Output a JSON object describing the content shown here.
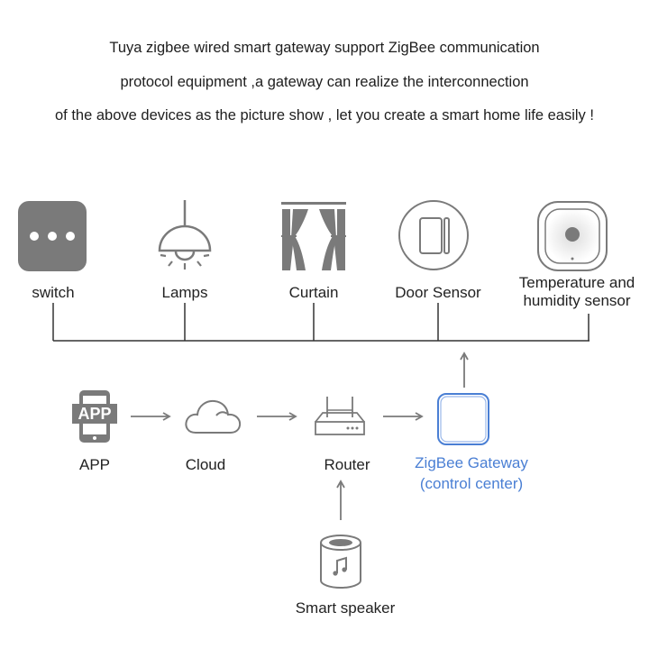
{
  "intro": {
    "line1": "Tuya zigbee wired smart gateway support ZigBee communication",
    "line2": "protocol equipment ,a gateway can realize the interconnection",
    "line3": "of the above devices as the picture show , let you create a smart home life easily !"
  },
  "devices": [
    {
      "label": "switch",
      "icon": "switch-icon"
    },
    {
      "label": "Lamps",
      "icon": "lamp-icon"
    },
    {
      "label": "Curtain",
      "icon": "curtain-icon"
    },
    {
      "label": "Door Sensor",
      "icon": "door-sensor-icon"
    },
    {
      "label_line1": "Temperature and",
      "label_line2": "humidity sensor",
      "icon": "temperature-humidity-sensor-icon"
    }
  ],
  "flow": {
    "app": {
      "label": "APP",
      "icon_text": "APP",
      "icon": "app-phone-icon"
    },
    "cloud": {
      "label": "Cloud",
      "icon": "cloud-icon"
    },
    "router": {
      "label": "Router",
      "icon": "router-icon"
    },
    "gateway": {
      "label_line1": "ZigBee Gateway",
      "label_line2": "(control center)",
      "icon": "zigbee-gateway-icon"
    },
    "speaker": {
      "label": "Smart speaker",
      "icon": "smart-speaker-icon"
    }
  },
  "colors": {
    "icon_gray": "#7a7a7a",
    "line": "#333333",
    "gateway_blue": "#4a7fd4"
  }
}
